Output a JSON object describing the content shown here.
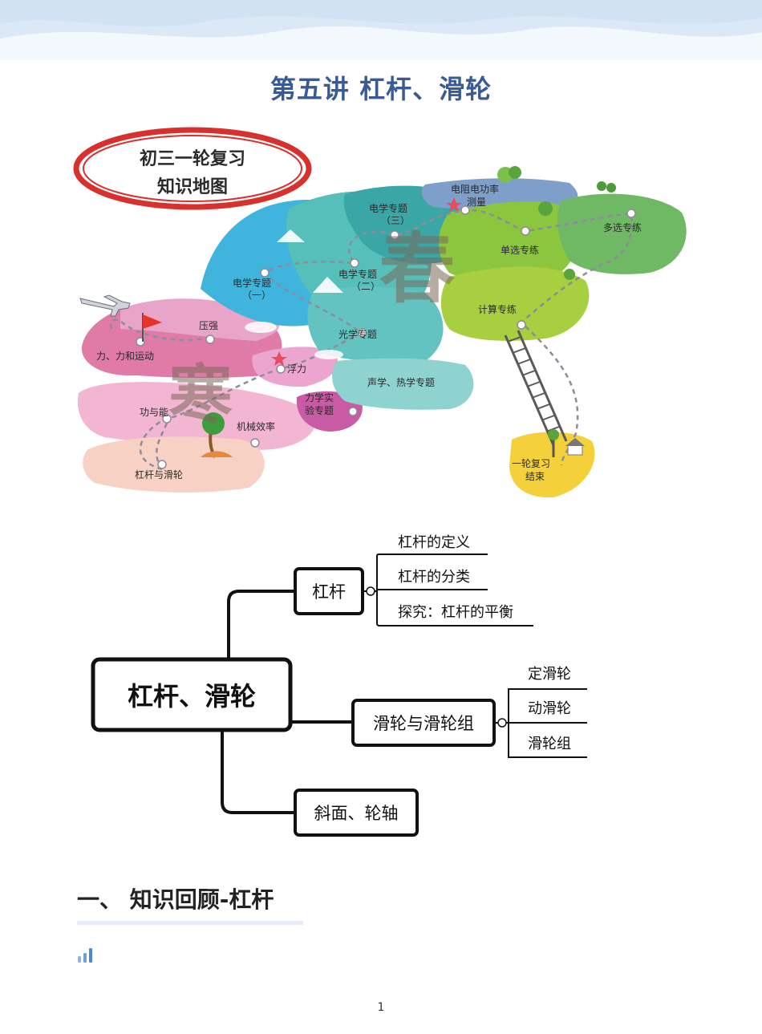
{
  "page": {
    "title": "第五讲 杠杆、滑轮",
    "section_heading": "一、 知识回顾-杠杆",
    "page_number": "1"
  },
  "knowledge_map": {
    "badge_line1": "初三一轮复习",
    "badge_line2": "知识地图",
    "watermark_spring": "春",
    "watermark_winter": "寒",
    "stops": {
      "force_motion": "力、力和运动",
      "pressure": "压强",
      "buoyancy": "浮力",
      "work_energy": "功与能",
      "efficiency": "机械效率",
      "lever_pulley": "杠杆与滑轮",
      "mech_exp_1": "力学实",
      "mech_exp_2": "验专题",
      "elec1_1": "电学专题",
      "elec1_2": "（一）",
      "elec2_1": "电学专题",
      "elec2_2": "（二）",
      "elec3_1": "电学专题",
      "elec3_2": "（三）",
      "optics": "光学专题",
      "sound_heat": "声学、热学专题",
      "resist_1": "电阻电功率",
      "resist_2": "测量",
      "single_choice": "单选专练",
      "multi_choice": "多选专练",
      "calc": "计算专练",
      "end_1": "一轮复习",
      "end_2": "结束"
    }
  },
  "mindmap": {
    "root": "杠杆、滑轮",
    "branch_lever": "杠杆",
    "lever_items": [
      "杠杆的定义",
      "杠杆的分类",
      "探究：杠杆的平衡"
    ],
    "branch_pulley": "滑轮与滑轮组",
    "pulley_items": [
      "定滑轮",
      "动滑轮",
      "滑轮组"
    ],
    "branch_incline": "斜面、轮轴"
  },
  "colors": {
    "title": "#3a5a94",
    "wave": "#dbe8f5"
  },
  "icons": {
    "bars": "signal-bars-icon"
  }
}
